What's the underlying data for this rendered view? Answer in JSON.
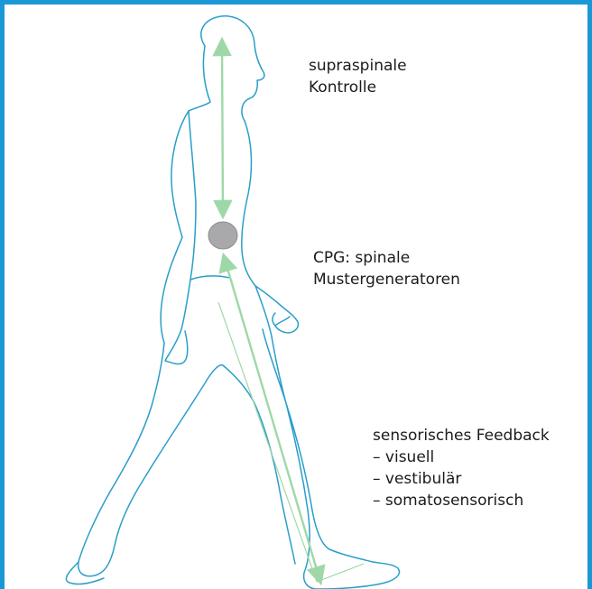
{
  "labels": {
    "supraspinal": [
      "supraspinale",
      "Kontrolle"
    ],
    "cpg": [
      "CPG: spinale",
      "Mustergeneratoren"
    ],
    "sensory": [
      "sensorisches Feedback",
      "– visuell",
      "– vestibulär",
      "– somatosensorisch"
    ]
  },
  "colors": {
    "frame": "#1a98d5",
    "outline": "#2a9ec9",
    "arrow": "#9fd8a8",
    "ground": "#1a98d5",
    "cpg_node": "#a9a9ab"
  },
  "icons": {
    "figure": "walking-person-outline",
    "cpg": "cpg-node-circle"
  }
}
